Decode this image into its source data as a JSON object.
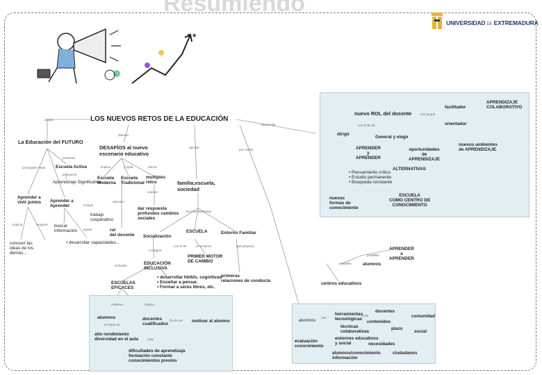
{
  "slide": {
    "title": "Resumiendo",
    "dots": ".."
  },
  "logo": {
    "name_prefix": "UNIVERSIDAD",
    "name_de": "DE",
    "name_suffix": "EXTREMADURA"
  },
  "nodes": {
    "main": "LOS NUEVOS RETOS DE LA EDUCACIÓN",
    "edu_futuro": "La Educación del FUTURO",
    "desafios": "DESAFÍOS al nuevo\nescenario educativo",
    "familia": "familia,escuela,\nsociedad",
    "escuela_activa": "Escuela Activa",
    "aprendizaje_significativo": "Aprendizaje Significativo",
    "aprender_vivir": "Aprender a\nvivir juntos",
    "aprender_aprender": "Aprender a\nAprender",
    "conocer_ideas": "conocer las\nideas de los\ndemás...",
    "buscar_info": "buscar\ninformación",
    "desarrollar": "• desarrollar capacidades...",
    "trabajo": "trabajo\ncooperativo",
    "escuela_moderna": "Escuela\nModerna",
    "escuela_tradicional": "Escuela\nTradicional",
    "multiples_retos": "multiples\nretos",
    "dar_respuesta": "dar respuesta\nprofundos cambios\nsociales",
    "rol_docente_left": "rol\ndel docente",
    "socializacion": "Socialización",
    "escuela": "ESCUELA",
    "entorno_familiar": "Entorno Familiar",
    "educacion_inclusiva": "EDUCACIÓN\nINCLUSIVA",
    "primer_motor": "PRIMER MOTOR\nDE CAMBIO",
    "primeras_relaciones": "primeras\nrelaciones de conducta",
    "escuelas_eficaces": "ESCUELAS\nEFICACES",
    "desarrollar_habilidades": "• desarrollar hbllds. cognitivas\n• Enseñar a pensar.\n• Formar a seres libres, etc.",
    "alumnos": "alumnos",
    "docentes": "docentes\ncualificados",
    "motivar": "motivar al alumno",
    "alto_rendimiento": "alto rendimiento\ndiversidad en el aula",
    "dificultades": "dificultades de aprendizaje\nformación constante\nconocimientos previos",
    "nuevo_rol": "nuevo ROL del docente",
    "facilitador": "facilitador",
    "aprendizaje_colaborativo": "APRENDIZAJE\nCOLABORATIVO",
    "dirigir": "dirigir",
    "general_elegir": "General y elegir",
    "orientador": "orientador",
    "aprender_y_aprender": "APRENDER\ny\nAPRENDER",
    "oportunidades": "oportunidades\nde\nAPRENDIZAJE",
    "alternativas": "ALTERNATIVAS",
    "nuevos_ambientes": "nuevos ambientes\nde APRENDIZAJE",
    "pensamiento_critico": "• Pensamiento crítico\n• Estudio permanente\n• Búsqueda constante",
    "nuevas_formas": "nuevas\nformas de\nconocimiento",
    "escuela_centro": "ESCUELA\nCOMO CENTRO DE\nCONOCIMIENTO",
    "aprender_a_aprender2": "APRENDER\na\nAPRENDER",
    "alumnos2": "alumnos",
    "centros_educativos": "centros educativos",
    "herramientas": "herramientas\ntecnológicas",
    "alumnos3": "alumnos",
    "tecnicas": "técnicas\ncolaborativas",
    "docentes3": "docentes",
    "contenidos": "contenidos",
    "evaluacion": "evaluación\nconocimiento",
    "entornos": "entornos educativos\ny social",
    "necesidades": "necesidades",
    "comunidad": "comunidad",
    "social": "social",
    "plazo": "plazo",
    "alumnos_conocimiento": "alumnos/conocimiento\ninformación",
    "ciudadanos": "ciudadanos"
  },
  "links": {
    "a1": "desde",
    "a2": "plantea",
    "a3": "aborda",
    "a4": "desarrolla",
    "a5": "principales retos",
    "a6": "presenta",
    "a7": "promueve",
    "a8": "implica",
    "a9": "requiere",
    "a10": "ayuda",
    "a11": "incluye",
    "a12": "implica",
    "a13": "y ojalá",
    "a14": "afecta",
    "a15": "supone",
    "a16": "ejercicio",
    "a17": "se interrelacionan",
    "a18": "por medio",
    "a19": "con el fin",
    "a20": "se produce",
    "a21": "que propicia",
    "a22": "consigue",
    "a23": "inclusión",
    "a24": "mejora",
    "a25": "conlleva",
    "a26": "se basa en",
    "a27": "crea",
    "a28": "ha de ser",
    "a29": "posibilita",
    "a30": "posibilite",
    "a31": "con el fin de",
    "a32": "con la que",
    "a33": "uso",
    "a34": "crear"
  }
}
